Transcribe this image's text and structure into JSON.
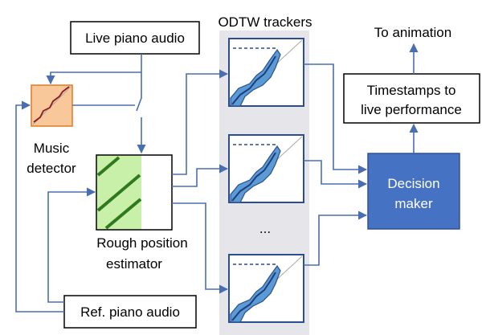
{
  "nodes": {
    "live_audio": {
      "label": "Live piano audio"
    },
    "ref_audio": {
      "label": "Ref. piano audio"
    },
    "music_detector": {
      "line1": "Music",
      "line2": "detector"
    },
    "rough_estimator": {
      "line1": "Rough position",
      "line2": "estimator"
    },
    "odtw_group": {
      "label": "ODTW trackers"
    },
    "ellipsis": {
      "label": "..."
    },
    "decision_maker": {
      "line1": "Decision",
      "line2": "maker"
    },
    "timestamps": {
      "line1": "Timestamps to",
      "line2": "live performance"
    },
    "animation": {
      "label": "To animation"
    }
  },
  "colors": {
    "arrow": "#4a6eb2",
    "decision_fill": "#4672c4",
    "detector_fill": "#f8c79a",
    "detector_border": "#e07b22",
    "estimator_fill": "#c9f0a8",
    "estimator_stripe": "#2f7a1e",
    "tracker_bg": "#e6e6ea",
    "dtw_band": "#5b9bd5",
    "dtw_path": "#1f3d7a"
  }
}
